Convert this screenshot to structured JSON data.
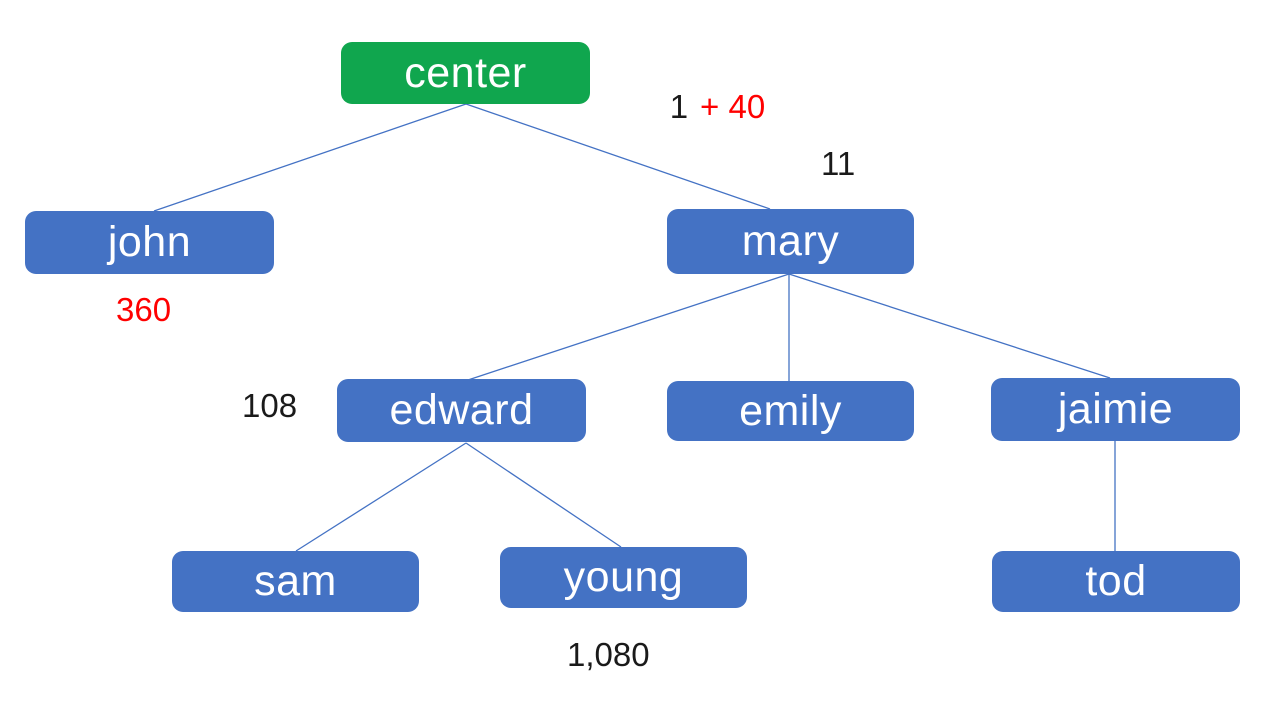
{
  "colors": {
    "background": "#FFFFFF",
    "root_fill": "#10A64E",
    "node_fill": "#4472C4",
    "node_text": "#FFFFFF",
    "edge_line": "#4472C4",
    "annotation_black": "#1A1A1A",
    "annotation_red": "#FF0000"
  },
  "nodes": {
    "center": {
      "label": "center"
    },
    "john": {
      "label": "john"
    },
    "mary": {
      "label": "mary"
    },
    "edward": {
      "label": "edward"
    },
    "emily": {
      "label": "emily"
    },
    "jaimie": {
      "label": "jaimie"
    },
    "sam": {
      "label": "sam"
    },
    "young": {
      "label": "young"
    },
    "tod": {
      "label": "tod"
    }
  },
  "edges": [
    [
      "center",
      "john"
    ],
    [
      "center",
      "mary"
    ],
    [
      "mary",
      "edward"
    ],
    [
      "mary",
      "emily"
    ],
    [
      "mary",
      "jaimie"
    ],
    [
      "edward",
      "sam"
    ],
    [
      "edward",
      "young"
    ],
    [
      "jaimie",
      "tod"
    ]
  ],
  "annotations": {
    "center_value_black": "1",
    "center_value_red": "+ 40",
    "mary_value": "11",
    "john_value": "360",
    "edward_value": "108",
    "young_value": "1,080"
  }
}
